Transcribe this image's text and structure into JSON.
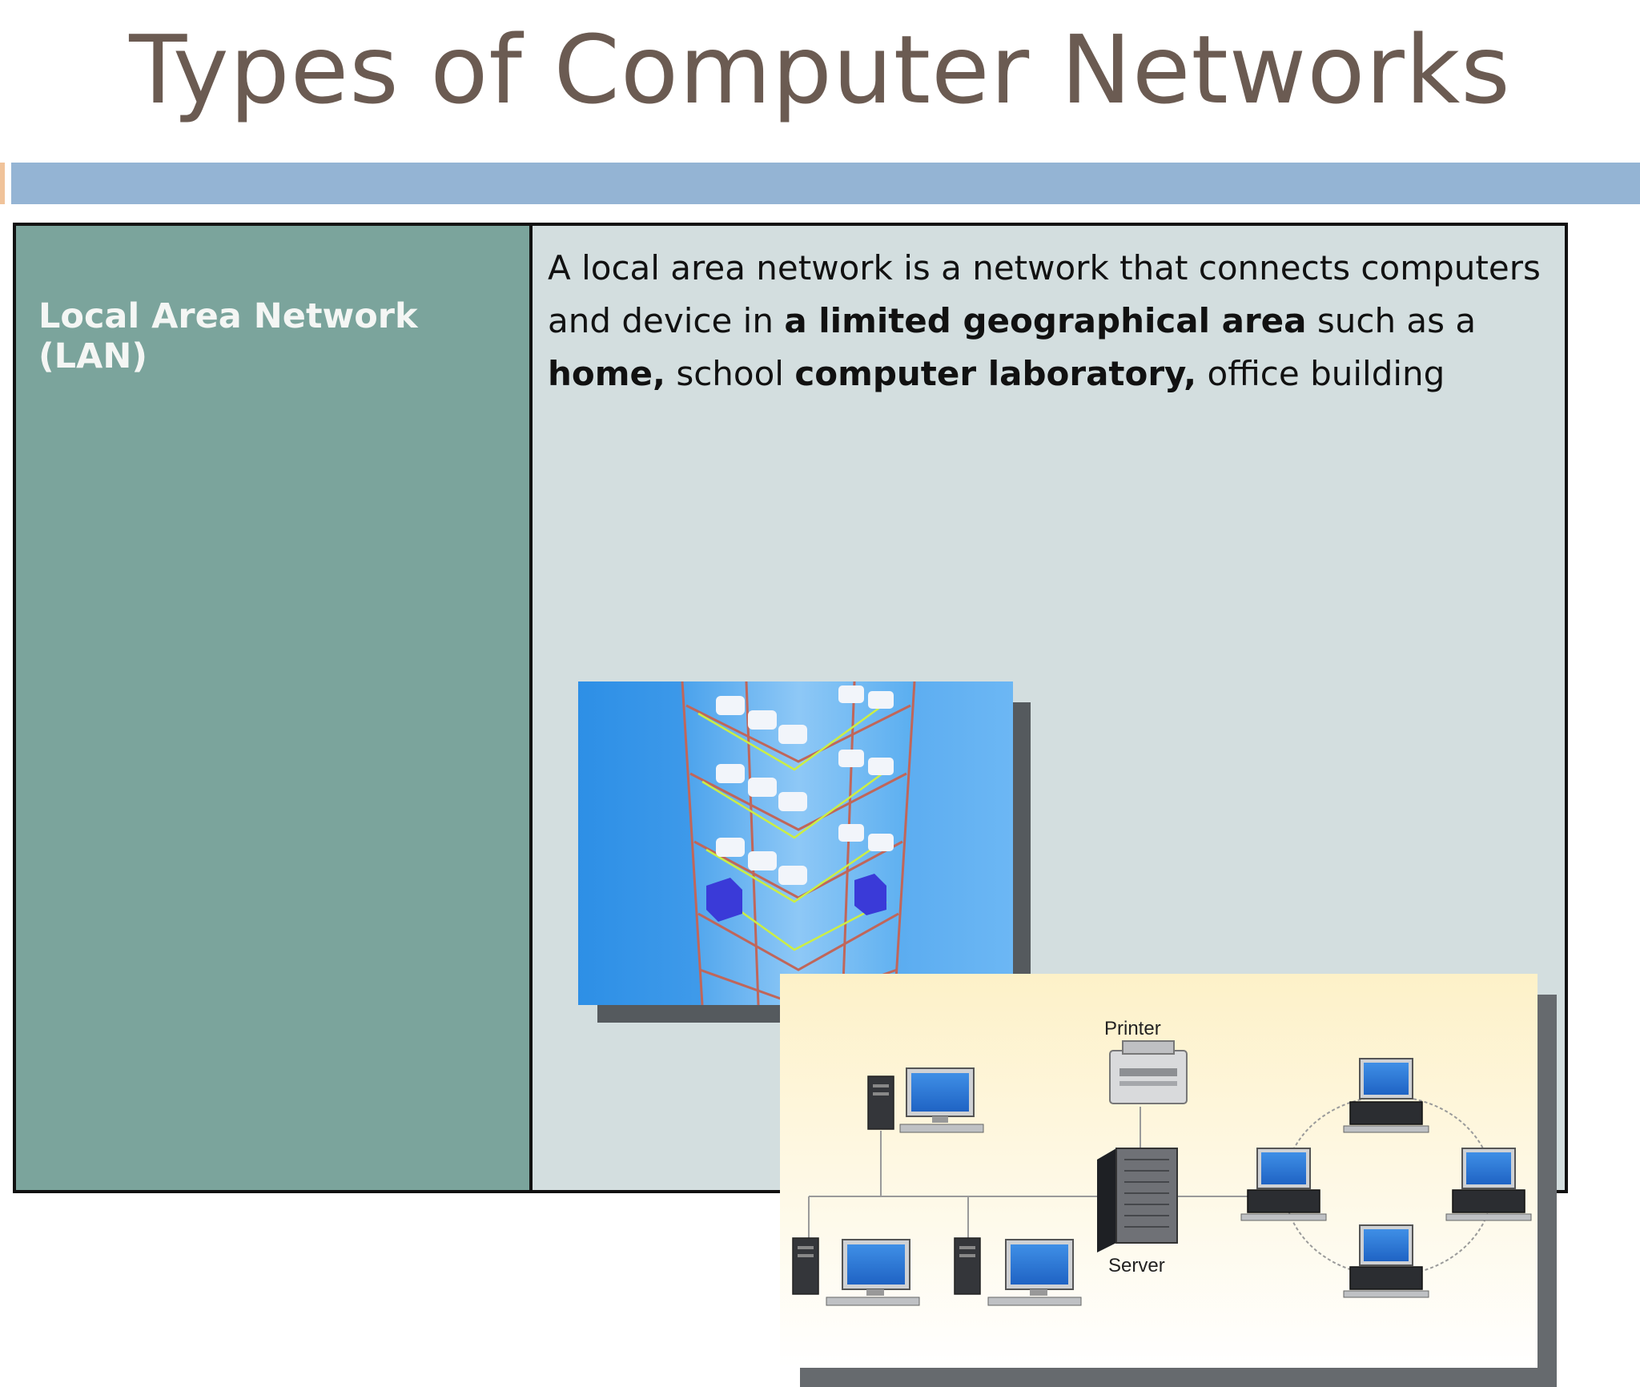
{
  "slide": {
    "title": "Types of Computer Networks"
  },
  "table": {
    "row_label": "Local Area Network (LAN)",
    "description": {
      "part1": "A local area network is a network that connects computers and device in ",
      "bold1": "a limited geographical area",
      "part2": " such as a ",
      "bold2": "home,",
      "part3": " school ",
      "bold3": "computer laboratory,",
      "part4": " office building"
    }
  },
  "diagram": {
    "printer_label": "Printer",
    "server_label": "Server"
  },
  "colors": {
    "title_text": "#6b5b52",
    "title_bar": "#94b4d4",
    "left_column": "#7ba49c",
    "right_column": "#d3dedf"
  },
  "icons": [
    "building-network-image",
    "printer-icon",
    "server-icon",
    "desktop-computer-icon",
    "laptop-workstation-icon"
  ]
}
